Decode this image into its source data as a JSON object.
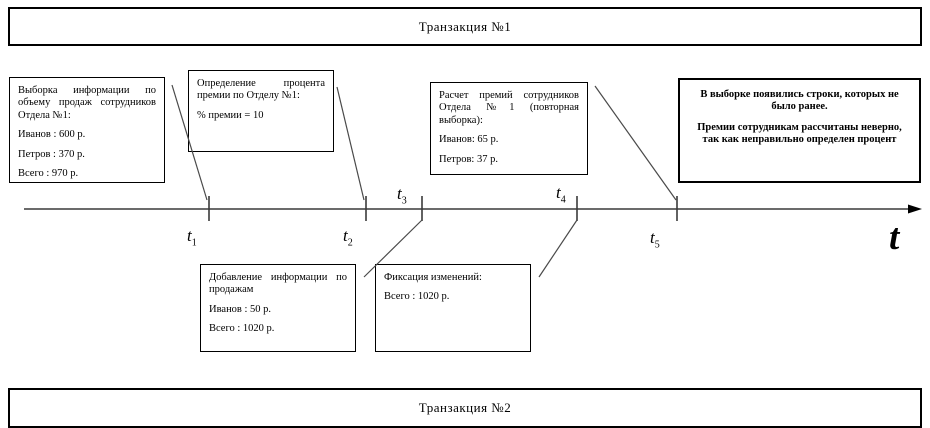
{
  "bars": {
    "transaction1": "Транзакция  №1",
    "transaction2": "Транзакция  №2"
  },
  "boxes": {
    "sales_selection": {
      "title": "Выборка информации по объему продаж сотрудников Отдела №1:",
      "line1": "Иванов : 600 р.",
      "line2": "Петров : 370 р.",
      "line3": "Всего : 970 р."
    },
    "premium_percent": {
      "title": "Определение процента премии по Отделу №1:",
      "line1": "% премии = 10"
    },
    "premium_calc": {
      "title": "Расчет премий сотрудников Отдела №1 (повторная выборка):",
      "line1": "Иванов: 65 р.",
      "line2": "Петров: 37 р."
    },
    "conclusion": {
      "p1": "В выборке появились строки, которых не было ранее.",
      "p2": "Премии сотрудникам рассчитаны неверно, так как неправильно определен процент"
    },
    "sales_add": {
      "title": "Добавление информации по продажам",
      "line1": "Иванов : 50 р.",
      "line2": "Всего : 1020 р."
    },
    "commit": {
      "title": "Фиксация изменений:",
      "line1": "Всего : 1020 р."
    }
  },
  "timeline": {
    "axis_label": "t",
    "ticks": [
      {
        "base": "t",
        "sub": "1"
      },
      {
        "base": "t",
        "sub": "2"
      },
      {
        "base": "t",
        "sub": "3"
      },
      {
        "base": "t",
        "sub": "4"
      },
      {
        "base": "t",
        "sub": "5"
      }
    ]
  },
  "colors": {
    "background": "#ffffff",
    "border": "#000000",
    "axis_line": "#3a3a3a",
    "leader_line": "#4a4a4a"
  }
}
